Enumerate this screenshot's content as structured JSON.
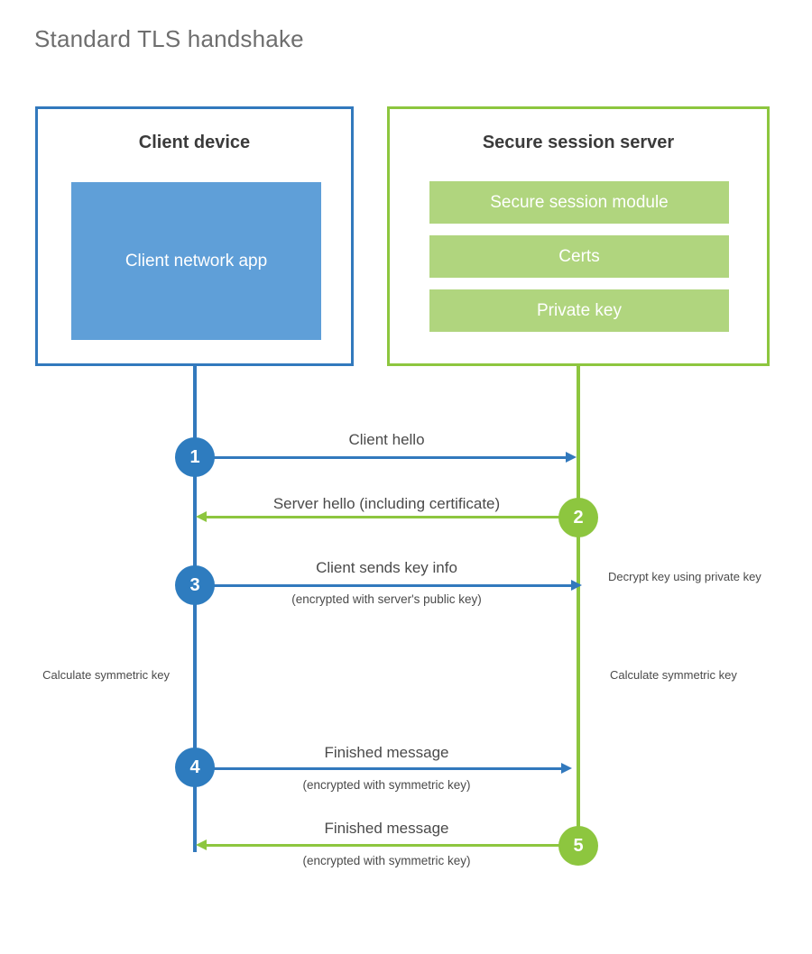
{
  "title": "Standard TLS handshake",
  "colors": {
    "blue_border": "#3279bd",
    "blue_fill": "#5f9fd8",
    "blue_circle": "#2e7cbf",
    "green_border": "#8dc63f",
    "green_fill": "#b0d57e",
    "green_circle": "#8dc63f",
    "title_text": "#6e6e6e",
    "body_text": "#4a4a4a"
  },
  "parties": {
    "client": {
      "title": "Client device",
      "block_label": "Client network app"
    },
    "server": {
      "title": "Secure session server",
      "bars": [
        "Secure session module",
        "Certs",
        "Private key"
      ]
    }
  },
  "steps": [
    {
      "number": "1",
      "label": "Client hello",
      "sublabel": "",
      "direction": "client-to-server",
      "color": "blue"
    },
    {
      "number": "2",
      "label": "Server hello (including certificate)",
      "sublabel": "",
      "direction": "server-to-client",
      "color": "green"
    },
    {
      "number": "3",
      "label": "Client sends key info",
      "sublabel": "(encrypted with server's public key)",
      "direction": "client-to-server",
      "color": "blue"
    },
    {
      "number": "4",
      "label": "Finished message",
      "sublabel": "(encrypted with symmetric key)",
      "direction": "client-to-server",
      "color": "blue"
    },
    {
      "number": "5",
      "label": "Finished message",
      "sublabel": "(encrypted with symmetric key)",
      "direction": "server-to-client",
      "color": "green"
    }
  ],
  "annotations": {
    "server_decrypt": "Decrypt key using private key",
    "client_calculate": "Calculate symmetric key",
    "server_calculate": "Calculate symmetric key"
  }
}
